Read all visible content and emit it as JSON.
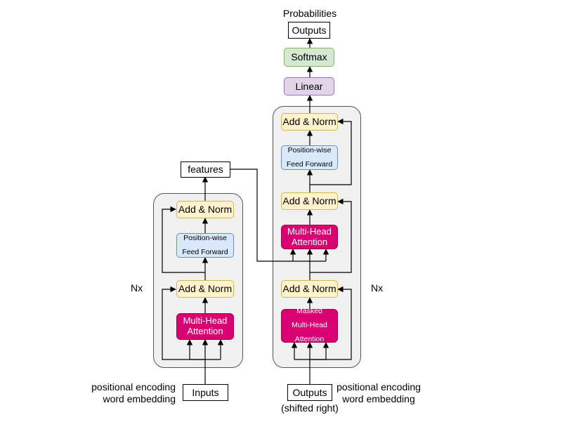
{
  "labels": {
    "probabilities": "Probabilities",
    "outputs_top": "Outputs",
    "softmax": "Softmax",
    "linear": "Linear",
    "features": "features",
    "nx_left": "Nx",
    "nx_right": "Nx",
    "inputs": "Inputs",
    "outputs_bottom": "Outputs",
    "shifted_right": "(shifted right)",
    "enc_embed_line1": "positional encoding",
    "enc_embed_line2": "word embedding",
    "dec_embed_line1": "positional encoding",
    "dec_embed_line2": "word embedding"
  },
  "encoder": {
    "add_norm_top": "Add & Norm",
    "ffn_line1": "Position-wise",
    "ffn_line2": "Feed Forward",
    "add_norm_bottom": "Add & Norm",
    "mha_line1": "Multi-Head",
    "mha_line2": "Attention"
  },
  "decoder": {
    "add_norm_top": "Add & Norm",
    "ffn_line1": "Position-wise",
    "ffn_line2": "Feed Forward",
    "add_norm_mid": "Add & Norm",
    "mha_line1": "Multi-Head",
    "mha_line2": "Attention",
    "add_norm_bottom": "Add & Norm",
    "masked_line1": "Masked",
    "masked_line2": "Multi-Head",
    "masked_line3": "Attention"
  },
  "colors": {
    "add_norm_fill": "#fff2cc",
    "feed_forward_fill": "#dae8fc",
    "attention_fill": "#d80073",
    "softmax_fill": "#d5e8d4",
    "linear_fill": "#e1d5e7",
    "stack_fill": "#f0f0f0"
  }
}
